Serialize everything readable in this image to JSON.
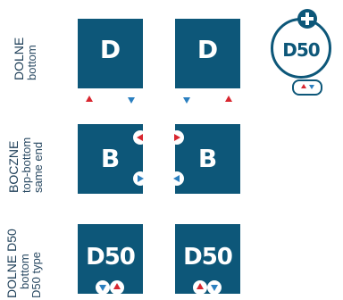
{
  "rows": [
    {
      "title": "DOLNE",
      "subtitle": "bottom",
      "subtitle2": ""
    },
    {
      "title": "BOCZNE",
      "subtitle": "top-bottom",
      "subtitle2": "same end"
    },
    {
      "title": "DOLNE D50",
      "subtitle": "bottom",
      "subtitle2": "D50 type"
    }
  ],
  "tiles": {
    "d1": "D",
    "d2": "D",
    "b1": "B",
    "b2": "B",
    "d50a": "D50",
    "d50b": "D50"
  },
  "icon": {
    "label": "D50",
    "name": "add-d50-icon"
  },
  "colors": {
    "tile": "#0d5779",
    "red": "#d8262f",
    "blue": "#2a7fc0"
  }
}
